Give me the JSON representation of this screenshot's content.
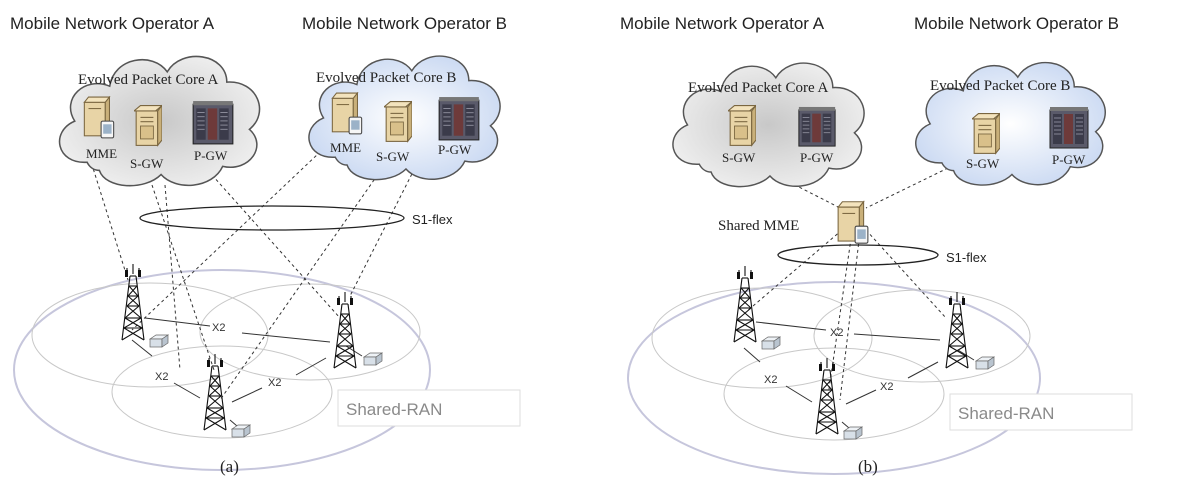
{
  "colors": {
    "cloud_a_fill": "#e7e7e7",
    "cloud_b_fill": "#cfdcf2",
    "cloud_stroke": "#555555",
    "ran_ellipse": "#c9c9de",
    "box_stroke": "#e0e0e0"
  },
  "panel_a": {
    "operator_a": "Mobile Network Operator A",
    "operator_b": "Mobile Network Operator B",
    "core_a": {
      "title": "Evolved Packet Core A",
      "mme": "MME",
      "sgw": "S-GW",
      "pgw": "P-GW"
    },
    "core_b": {
      "title": "Evolved Packet Core B",
      "mme": "MME",
      "sgw": "S-GW",
      "pgw": "P-GW"
    },
    "s1_label": "S1-flex",
    "x2_labels": [
      "X2",
      "X2",
      "X2"
    ],
    "ran_label": "Shared-RAN",
    "caption": "(a)"
  },
  "panel_b": {
    "operator_a": "Mobile Network Operator A",
    "operator_b": "Mobile Network Operator B",
    "core_a": {
      "title": "Evolved Packet Core A",
      "sgw": "S-GW",
      "pgw": "P-GW"
    },
    "core_b": {
      "title": "Evolved Packet Core B",
      "sgw": "S-GW",
      "pgw": "P-GW"
    },
    "shared_mme": "Shared MME",
    "s1_label": "S1-flex",
    "x2_labels": [
      "X2",
      "X2",
      "X2"
    ],
    "ran_label": "Shared-RAN",
    "caption": "(b)"
  }
}
